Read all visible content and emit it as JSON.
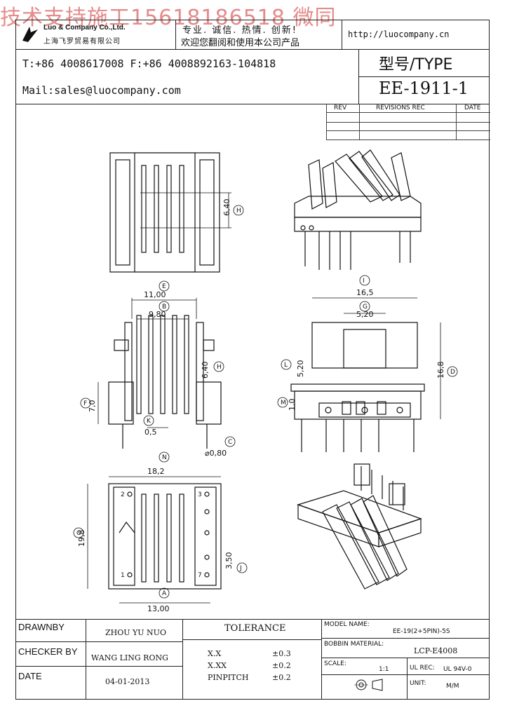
{
  "watermark": "技术支持施工15618186518 微同",
  "header": {
    "company_en": "Luo & Company Co.,Ltd.",
    "company_cn": "上海飞罗贸易有限公司",
    "slogan_line1": "专业. 诚信. 热情. 创新!",
    "slogan_line2": "欢迎您翻阅和使用本公司产品",
    "url": "http://luocompany.cn"
  },
  "contact": {
    "phone": "T:+86 4008617008 F:+86 4008892163-104818",
    "mail": "Mail:sales@luocompany.com"
  },
  "type_block": {
    "label": "型号/TYPE",
    "model": "EE-1911-1"
  },
  "revision_table": {
    "headers": [
      "REV",
      "REVISIONS REC",
      "DATE"
    ]
  },
  "drawing": {
    "dims": {
      "top_640": "6,40",
      "E_1100": "11,00",
      "B_980": "9,80",
      "H_640": "6,40",
      "F_70": "7,0",
      "K_05": "0,5",
      "C_080": "⌀0,80",
      "I_165": "16,5",
      "G_520": "5,20",
      "L_520": "5,20",
      "D_168": "16,8",
      "M_10": "1,0",
      "N_182": "18,2",
      "O_198": "19,8",
      "J_350": "3,50",
      "A_1300": "13,00"
    },
    "markers": [
      "A",
      "B",
      "C",
      "D",
      "E",
      "F",
      "G",
      "H",
      "I",
      "J",
      "K",
      "L",
      "M",
      "N",
      "O"
    ],
    "pin_nums": [
      "1",
      "2",
      "3",
      "7"
    ]
  },
  "footer": {
    "drawn_by_label": "DRAWNBY",
    "drawn_by_value": "ZHOU YU NUO",
    "checker_label": "CHECKER BY",
    "checker_value": "WANG LING RONG",
    "date_label": "DATE",
    "date_value": "04-01-2013",
    "tolerance_title": "TOLERANCE",
    "tol_rows": [
      {
        "k": "X.X",
        "v": "±0.3"
      },
      {
        "k": "X.XX",
        "v": "±0.2"
      },
      {
        "k": "PINPITCH",
        "v": "±0.2"
      }
    ],
    "model_name_label": "MODEL NAME:",
    "model_name_value": "EE-19(2+5PIN)-5S",
    "bobbin_label": "BOBBIN MATERIAL:",
    "bobbin_value": "LCP-E4008",
    "scale_label": "SCALE:",
    "scale_value": "1:1",
    "ul_label": "UL REC:",
    "ul_value": "UL 94V-0",
    "unit_label": "UNIT:",
    "unit_value": "M/M"
  }
}
